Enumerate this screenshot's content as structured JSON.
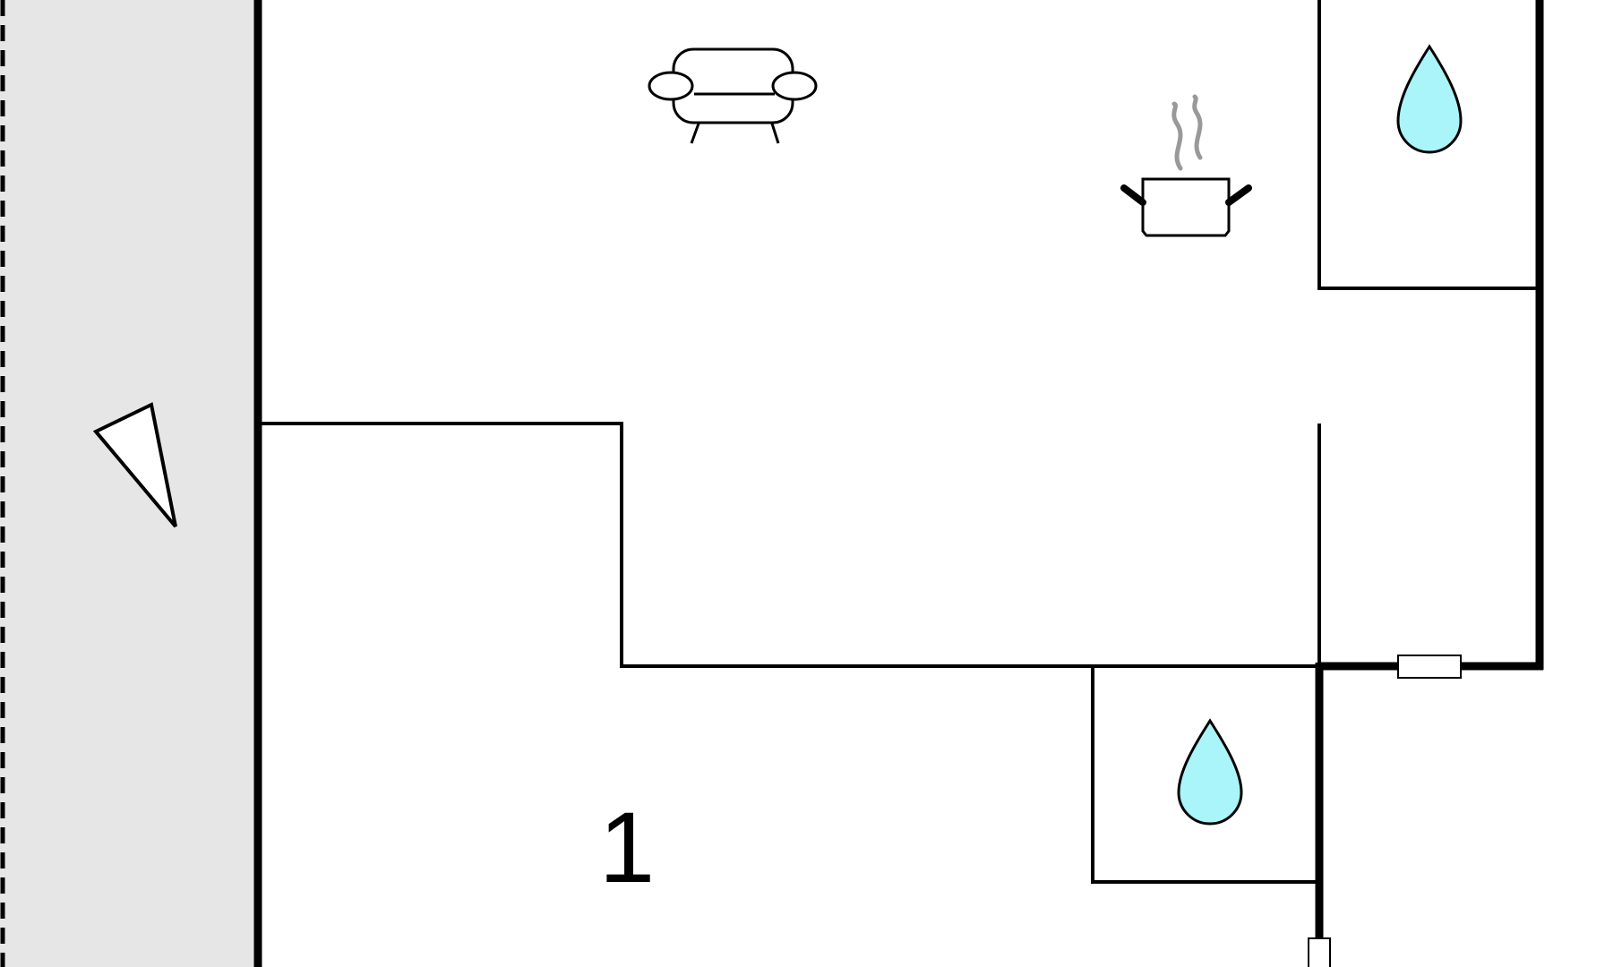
{
  "floorplan": {
    "rooms": [
      {
        "id": "bedroom",
        "label": "1"
      }
    ],
    "icons": [
      {
        "name": "sofa-icon",
        "meaning": "living room"
      },
      {
        "name": "cooking-pot-icon",
        "meaning": "kitchen"
      },
      {
        "name": "water-drop-icon",
        "meaning": "bathroom"
      },
      {
        "name": "water-drop-icon",
        "meaning": "bathroom"
      },
      {
        "name": "compass-pointer-icon",
        "meaning": "north"
      }
    ],
    "colors": {
      "wall": "#000000",
      "outdoor": "#e6e6e6",
      "water": "#aaf5fa",
      "steam": "#999999"
    }
  }
}
